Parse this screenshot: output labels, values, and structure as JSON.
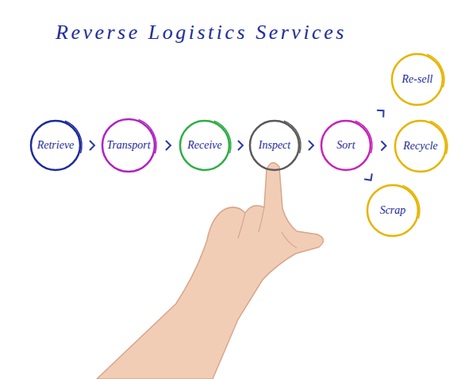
{
  "diagram": {
    "title": "Reverse Logistics Services",
    "nodes": [
      {
        "text": [
          "Retrieve"
        ]
      },
      {
        "text": [
          "Transport"
        ]
      },
      {
        "text": [
          "Receive"
        ]
      },
      {
        "text": [
          "Inspect"
        ]
      },
      {
        "text": [
          "Sort"
        ]
      },
      {
        "text": [
          "Re-sell"
        ]
      },
      {
        "text": [
          "Recycle"
        ]
      },
      {
        "text": [
          "Scrap"
        ]
      }
    ],
    "edges": [
      {
        "from": 0,
        "to": 1,
        "arrow": "to"
      },
      {
        "from": 1,
        "to": 2,
        "arrow": "to"
      },
      {
        "from": 2,
        "to": 3,
        "arrow": "to"
      },
      {
        "from": 3,
        "to": 4,
        "arrow": "to"
      },
      {
        "from": 4,
        "to": 5,
        "arrow": "to"
      },
      {
        "from": 4,
        "to": 6,
        "arrow": "to"
      },
      {
        "from": 4,
        "to": 7,
        "arrow": "to"
      }
    ]
  }
}
